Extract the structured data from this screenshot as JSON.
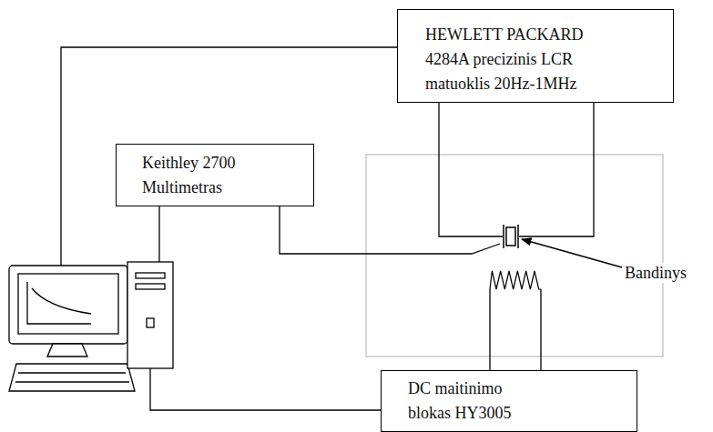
{
  "diagram": {
    "nodes": [
      {
        "text": [
          "HEWLETT PACKARD 4284A precizinis LCR matuoklis 20Hz-1MHz"
        ]
      },
      {
        "text": [
          "Keithley 2700 Multimetras"
        ]
      },
      {
        "text": [
          "DC maitinimo blokas HY3005"
        ]
      }
    ],
    "labels": [
      "Bandinys"
    ]
  }
}
